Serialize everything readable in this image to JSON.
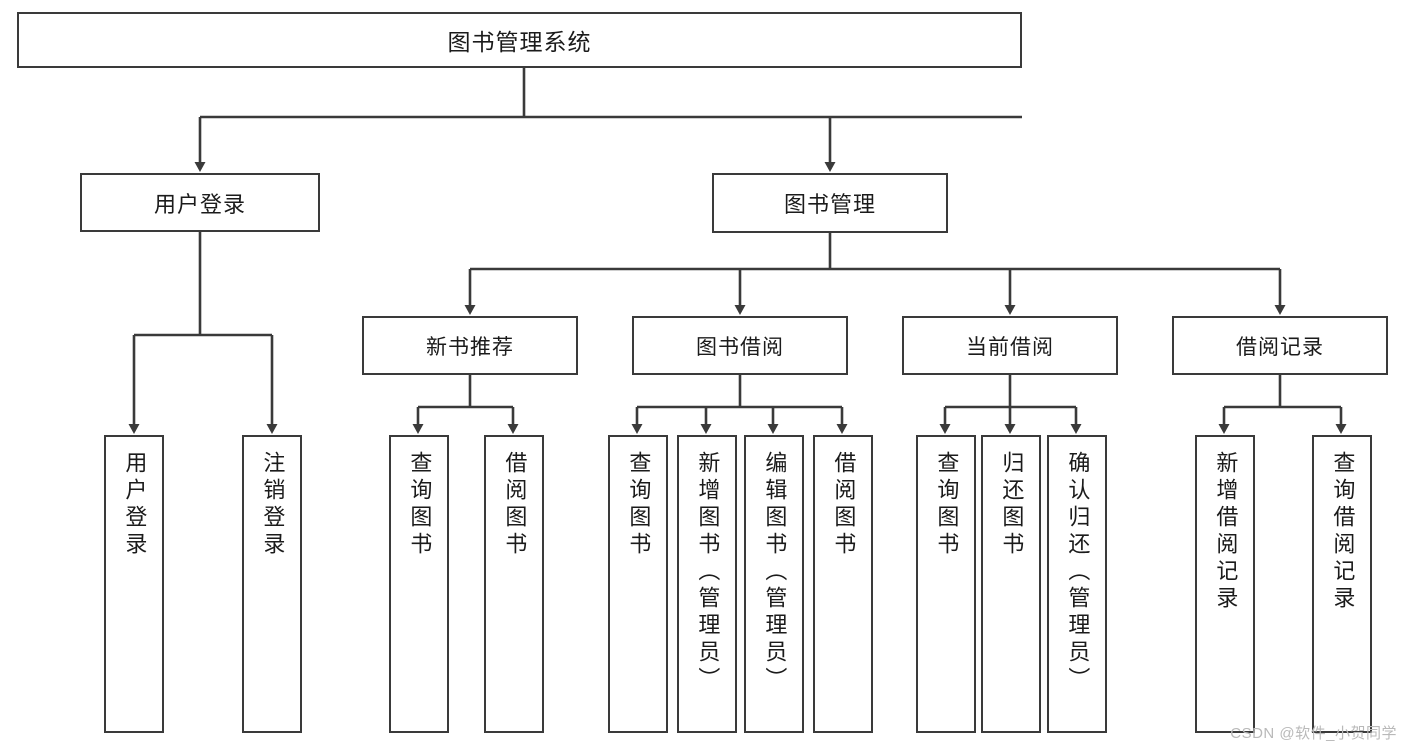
{
  "diagram": {
    "title": "图书管理系统",
    "type": "tree",
    "root": {
      "label": "图书管理系统"
    },
    "level2": [
      {
        "label": "用户登录"
      },
      {
        "label": "图书管理"
      }
    ],
    "level3": [
      {
        "label": "新书推荐"
      },
      {
        "label": "图书借阅"
      },
      {
        "label": "当前借阅"
      },
      {
        "label": "借阅记录"
      }
    ],
    "leaves": {
      "user_login": [
        {
          "label": "用户登录"
        },
        {
          "label": "注销登录"
        }
      ],
      "new_book_recommend": [
        {
          "label": "查询图书"
        },
        {
          "label": "借阅图书"
        }
      ],
      "book_borrow": [
        {
          "label": "查询图书"
        },
        {
          "label": "新增图书（管理员）"
        },
        {
          "label": "编辑图书（管理员）"
        },
        {
          "label": "借阅图书"
        }
      ],
      "current_borrow": [
        {
          "label": "查询图书"
        },
        {
          "label": "归还图书"
        },
        {
          "label": "确认归还（管理员）"
        }
      ],
      "borrow_record": [
        {
          "label": "新增借阅记录"
        },
        {
          "label": "查询借阅记录"
        }
      ]
    },
    "colors": {
      "stroke": "#3a3a3a",
      "fill": "#ffffff",
      "text": "#1b1b1b",
      "watermark": "#b9b9b9"
    }
  },
  "watermark": {
    "text": "CSDN @软件_小贺同学"
  }
}
